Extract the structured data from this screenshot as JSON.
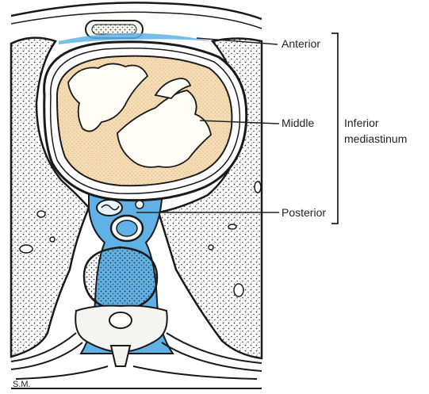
{
  "labels": {
    "anterior": "Anterior",
    "middle": "Middle",
    "posterior": "Posterior",
    "group_line1": "Inferior",
    "group_line2": "mediastinum",
    "signature": "S.M."
  },
  "colors": {
    "mediastinum_blue": "#5fb1e6",
    "heart_fill": "#f6dcb3",
    "chamber_fill": "#fffdf6",
    "lung_fill": "#ffffff",
    "lung_stipple": "#333333",
    "outline": "#1a1a1a",
    "bone_fill": "#f4f4f0"
  }
}
